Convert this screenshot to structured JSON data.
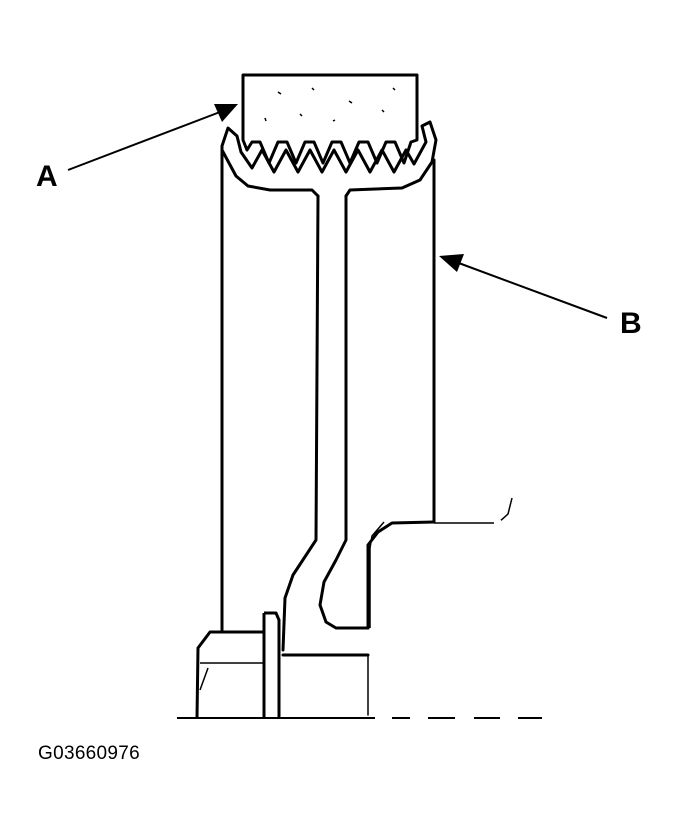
{
  "callouts": {
    "a": "A",
    "b": "B"
  },
  "figure_code": "G03660976",
  "colors": {
    "line": "#000000",
    "background": "#ffffff"
  }
}
